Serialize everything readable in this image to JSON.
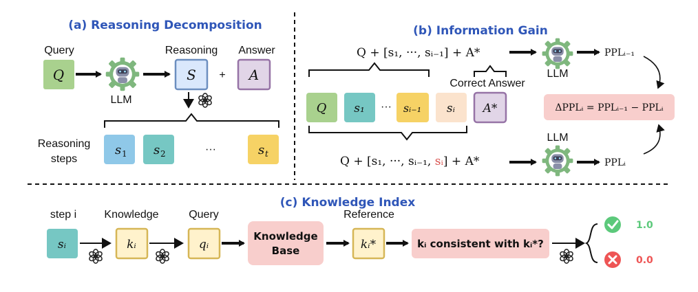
{
  "panels": {
    "a_title": "(a) Reasoning Decomposition",
    "b_title": "(b) Information Gain",
    "c_title": "(c) Knowledge Index"
  },
  "a": {
    "query_label": "Query",
    "reasoning_label": "Reasoning",
    "answer_label": "Answer",
    "llm_label": "LLM",
    "q": "Q",
    "s_big": "S",
    "plus": "+",
    "a": "A",
    "steps_label_1": "Reasoning",
    "steps_label_2": "steps",
    "s1": "s",
    "s1_sub": "1",
    "s2": "s",
    "s2_sub": "2",
    "dots": "···",
    "st": "s",
    "st_sub": "t"
  },
  "b": {
    "top_formula": "Q + [s₁, ···, sᵢ₋₁] + A*",
    "bottom_formula_pre": "Q + [s₁, ···, sᵢ₋₁, ",
    "bottom_formula_red": "sᵢ",
    "bottom_formula_post": "] + A*",
    "correct_answer": "Correct Answer",
    "llm_top": "LLM",
    "llm_bottom": "LLM",
    "ppl_top": "PPLᵢ₋₁",
    "ppl_bottom": "PPLᵢ",
    "delta": "ΔPPLᵢ = PPLᵢ₋₁ − PPLᵢ",
    "box_q": "Q",
    "box_s1": "s₁",
    "box_dots": "···",
    "box_si1": "sᵢ₋₁",
    "box_si": "sᵢ",
    "box_a": "A*"
  },
  "c": {
    "step_label": "step i",
    "knowledge_label": "Knowledge",
    "query_label": "Query",
    "reference_label": "Reference",
    "box_s": "sᵢ",
    "box_k": "kᵢ",
    "box_q": "qᵢ",
    "kb_1": "Knowledge",
    "kb_2": "Base",
    "box_kstar": "kᵢ*",
    "consistent": "kᵢ consistent with kᵢ*?",
    "score_yes": "1.0",
    "score_no": "0.0"
  },
  "colors": {
    "green_fill": "#a9d18e",
    "green_stroke": "#82b366",
    "teal_fill": "#76c7c3",
    "blue_fill": "#8fc8e8",
    "yellow_fill": "#f6d265",
    "purple_fill": "#e1d5e7",
    "purple_stroke": "#9673a6",
    "peach_fill": "#fbe3cd",
    "pink_fill": "#f8cecc",
    "title_blue": "#2f56b8",
    "check_green": "#5cc97b",
    "cross_red": "#ee5555",
    "robot_gear": "#7fb77e"
  }
}
